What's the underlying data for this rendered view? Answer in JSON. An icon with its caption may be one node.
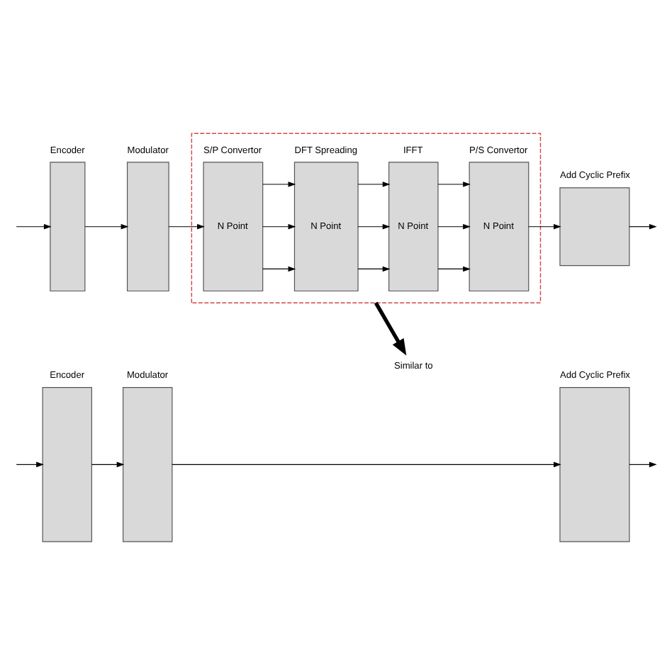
{
  "diagram": {
    "nodes": [
      {
        "text": [
          "Encoder"
        ]
      },
      {
        "text": [
          "Modulator"
        ]
      },
      {
        "text": [],
        "shape": "box"
      },
      {
        "text": [
          "S/P Convertor",
          "N Point"
        ],
        "in": 2
      },
      {
        "text": [
          "DFT Spreading",
          "N Point"
        ],
        "in": 2
      },
      {
        "text": [
          "IFFT",
          "N Point"
        ],
        "in": 2
      },
      {
        "text": [
          "P/S Convertor",
          "N Point"
        ],
        "in": 2
      },
      {
        "text": [
          "Add Cyclic Prefix"
        ]
      },
      {
        "text": [
          "Similar to"
        ]
      },
      {
        "text": [
          "Encoder"
        ]
      },
      {
        "text": [
          "Modulator"
        ]
      },
      {
        "text": [
          "Add Cyclic Prefix"
        ]
      }
    ],
    "edges": [
      {
        "from": null,
        "to": 0,
        "arrow": "to"
      },
      {
        "from": 0,
        "to": 1,
        "arrow": "to"
      },
      {
        "from": 1,
        "to": 3,
        "arrow": "to"
      },
      {
        "from": 3,
        "to": 4,
        "arrow": "to"
      },
      {
        "from": 3,
        "to": 4,
        "arrow": "to"
      },
      {
        "from": 3,
        "to": 4,
        "arrow": "to"
      },
      {
        "from": 4,
        "to": 5,
        "arrow": "to"
      },
      {
        "from": 4,
        "to": 5,
        "arrow": "to"
      },
      {
        "from": 4,
        "to": 5,
        "arrow": "to"
      },
      {
        "from": 5,
        "to": 6,
        "arrow": "to"
      },
      {
        "from": 5,
        "to": 6,
        "arrow": "to"
      },
      {
        "from": 5,
        "to": 6,
        "arrow": "to"
      },
      {
        "from": 6,
        "to": 7,
        "arrow": "to"
      },
      {
        "from": 7,
        "to": null,
        "arrow": "to"
      },
      {
        "from": 2,
        "to": 8,
        "arrow": "to",
        "style": "thick"
      },
      {
        "from": null,
        "to": 9,
        "arrow": "to"
      },
      {
        "from": 9,
        "to": 10,
        "arrow": "to"
      },
      {
        "from": 10,
        "to": 11,
        "arrow": "to"
      },
      {
        "from": 11,
        "to": null,
        "arrow": "to"
      }
    ]
  }
}
